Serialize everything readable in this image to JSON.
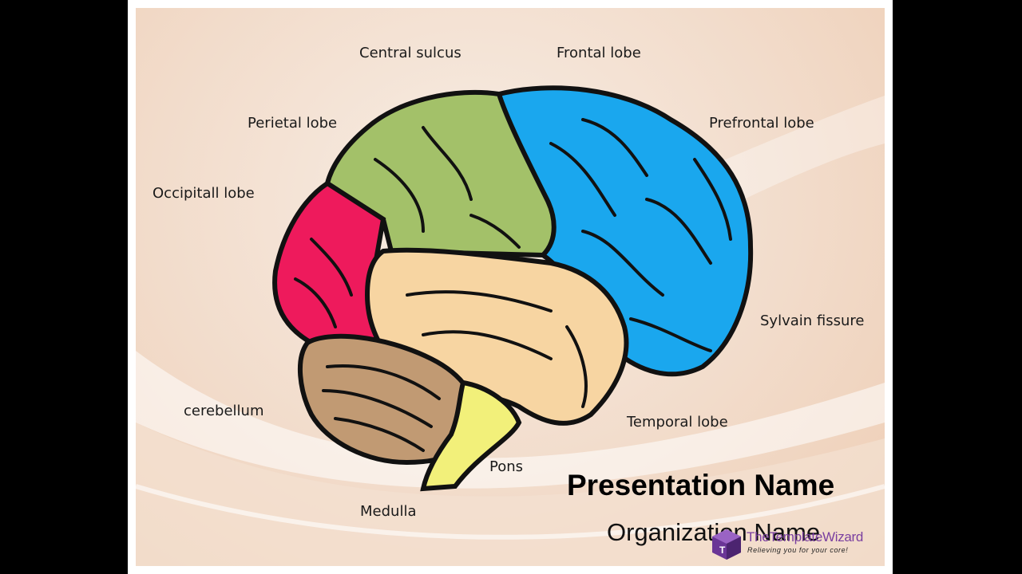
{
  "slide": {
    "labels": {
      "central_sulcus": "Central sulcus",
      "frontal_lobe": "Frontal lobe",
      "parietal_lobe": "Perietal lobe",
      "prefrontal_lobe": "Prefrontal lobe",
      "occipital_lobe": "Occipitall lobe",
      "sylvian_fissure": "Sylvain fissure",
      "cerebellum": "cerebellum",
      "temporal_lobe": "Temporal lobe",
      "pons": "Pons",
      "medulla": "Medulla"
    },
    "presentation_name": "Presentation Name",
    "organization_name": "Organization Name",
    "brand": {
      "title": "TheTemplateWizard",
      "tagline": "Relieving you for your core!"
    },
    "colors": {
      "frontal": "#1aa7ee",
      "parietal": "#a3c169",
      "occipital": "#ee1a5c",
      "temporal": "#f7d5a2",
      "cerebellum": "#c19a73",
      "brainstem": "#f2f07a",
      "brand": "#7a3fa0"
    }
  }
}
